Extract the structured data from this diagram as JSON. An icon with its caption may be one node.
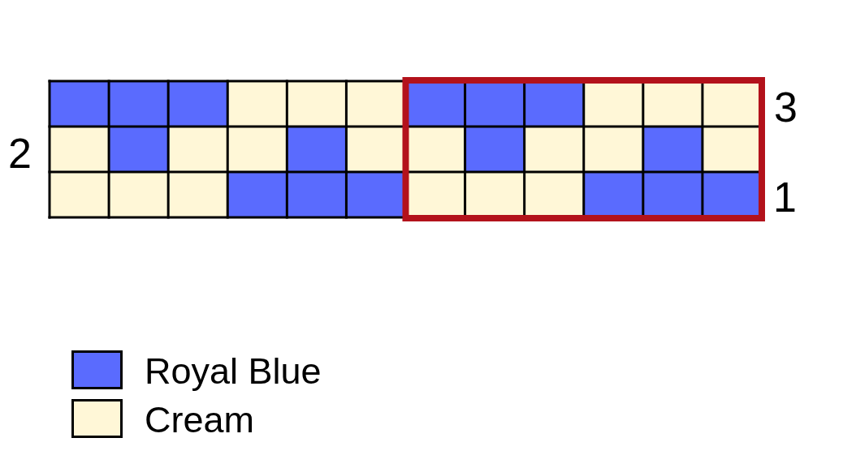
{
  "diagram": {
    "labels": [
      "3",
      "2",
      "1"
    ],
    "legend": [
      {
        "text": "Royal Blue",
        "color": "#5a6bfe"
      },
      {
        "text": "Cream",
        "color": "#fff7d7"
      }
    ]
  }
}
